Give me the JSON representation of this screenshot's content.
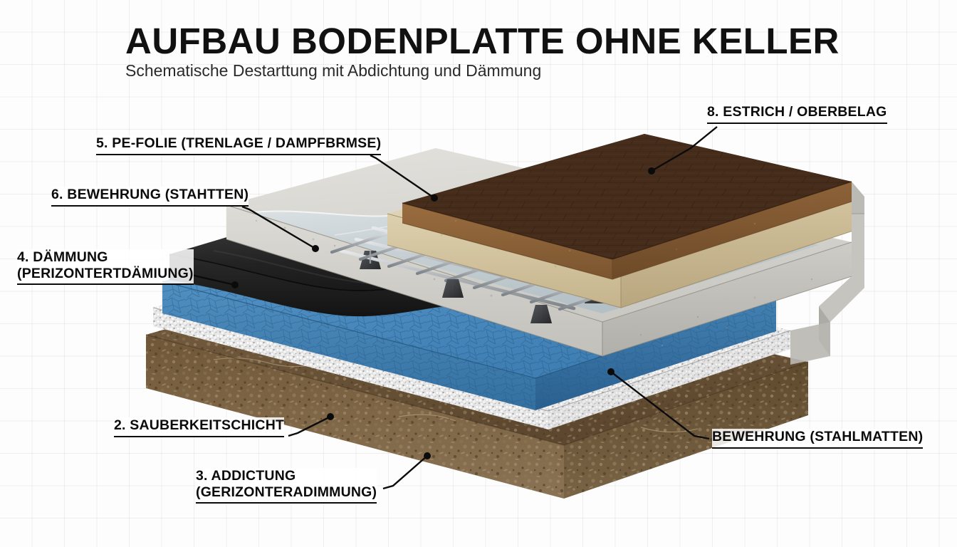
{
  "header": {
    "title": "AUFBAU BODENPLATTE OHNE KELLER",
    "subtitle": "Schematische Destarttung mit Abdichtung und Dämmung"
  },
  "labels": {
    "estrich": "8. ESTRICH / OBERBELAG",
    "pe_folie": "5. PE-FOLIE (TRENLAGE / DAMPFBRMSE)",
    "bewehrung": "6. BEWEHRUNG (STAHTTEN)",
    "daemmung_line1": "4. DÄMMUNG",
    "daemmung_line2": "(PERIZONTERTDÄMIUNG)",
    "sauberkeitschicht": "2. SAUBERKEITSCHICHT",
    "abdichtung_line1": "3. ADDICTUNG",
    "abdichtung_line2": "(GERIZONTERADIMMUNG)",
    "stahlmatten": "BEWEHRUNG (STAHLMATTEN)"
  },
  "diagram": {
    "type": "layered-isometric-cross-section",
    "layers": [
      {
        "id": "parquet",
        "name": "Parkett / Oberbelag",
        "color": "#4a2f1d"
      },
      {
        "id": "screed",
        "name": "Estrich",
        "color": "#d9c69c"
      },
      {
        "id": "slab",
        "name": "Stahlbeton-Bodenplatte",
        "color": "#cfcfca"
      },
      {
        "id": "pe-foil",
        "name": "PE-Folie (Trennlage)",
        "color": "#b9c8cf"
      },
      {
        "id": "rebar",
        "name": "Bewehrung / Stahlmatten",
        "color": "#9aa0a6"
      },
      {
        "id": "membrane",
        "name": "Abdichtung (Bitumenbahn)",
        "color": "#262626"
      },
      {
        "id": "insulation",
        "name": "Perimeterdämmung (XPS)",
        "color": "#3d7fb8"
      },
      {
        "id": "gravel",
        "name": "Sauberkeitschicht / Kiesbett",
        "color": "#d7d7d7"
      },
      {
        "id": "soil",
        "name": "Erdreich",
        "color": "#6b5438"
      }
    ]
  },
  "style": {
    "background": "#fdfdfd",
    "grid_line": "rgba(0,0,0,0.055)",
    "text": "#0b0b0b"
  }
}
